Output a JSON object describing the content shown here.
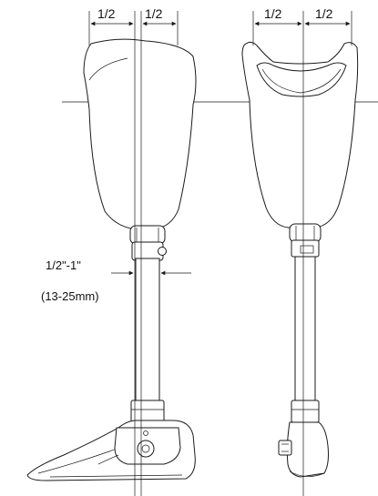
{
  "side_view": {
    "half_label_left": "1/2",
    "half_label_right": "1/2",
    "offset_label": "1/2\"-1\"",
    "offset_label_metric": "(13-25mm)"
  },
  "front_view": {
    "half_label_left": "1/2",
    "half_label_right": "1/2"
  },
  "colors": {
    "ink": "#1a1a1a",
    "background": "#ffffff"
  }
}
